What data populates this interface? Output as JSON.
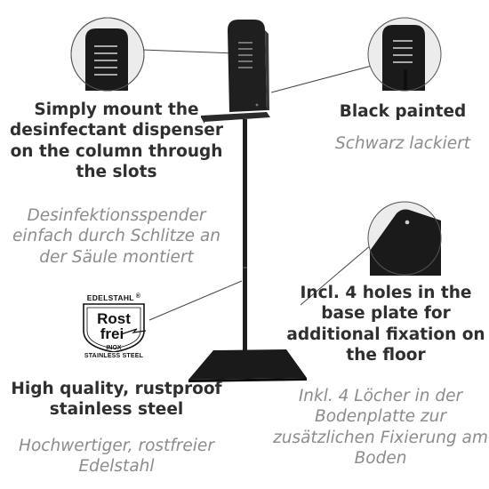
{
  "callouts": {
    "mounting": {
      "en": "Simply mount the desinfectant dispenser on the column through the slots",
      "de": "Desinfektionsspender einfach durch Schlitze an der Säule montiert"
    },
    "finish": {
      "en": "Black painted",
      "de": "Schwarz lackiert"
    },
    "base": {
      "en": "Incl. 4 holes in the base plate for additional fixation on the floor",
      "de": "Inkl. 4 Löcher in der Bodenplatte zur zusätzlichen Fixierung am Boden"
    },
    "material": {
      "en": "High quality, rustproof stainless steel",
      "de": "Hochwertiger, rostfreier Edelstahl"
    }
  },
  "seal": {
    "top": "EDELSTAHL",
    "registered": "®",
    "word1": "Rost",
    "word2": "frei",
    "line1": "INOX",
    "line2": "STAINLESS STEEL"
  },
  "colors": {
    "product": "#1f1f1f",
    "english_text": "#2f2f2f",
    "german_text": "#8c8c8c",
    "leader_lines": "#444444"
  }
}
